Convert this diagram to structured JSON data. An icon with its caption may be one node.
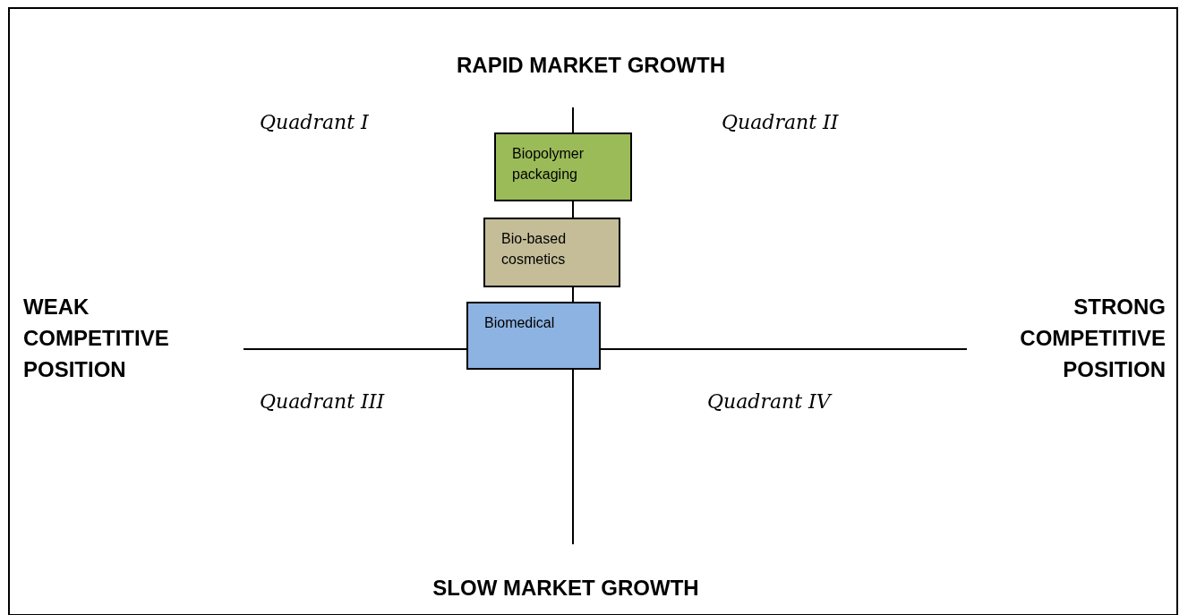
{
  "diagram": {
    "nodes": [
      {
        "text": [
          "Biopolymer packaging"
        ]
      },
      {
        "text": [
          "Bio-based cosmetics"
        ]
      },
      {
        "text": [
          "Biomedical"
        ]
      }
    ],
    "labels": [
      "RAPID MARKET GROWTH",
      "Quadrant I",
      "Quadrant II",
      "WEAK COMPETITIVE POSITION",
      "STRONG COMPETITIVE POSITION",
      "Quadrant III",
      "Quadrant IV",
      "SLOW MARKET GROWTH"
    ]
  }
}
